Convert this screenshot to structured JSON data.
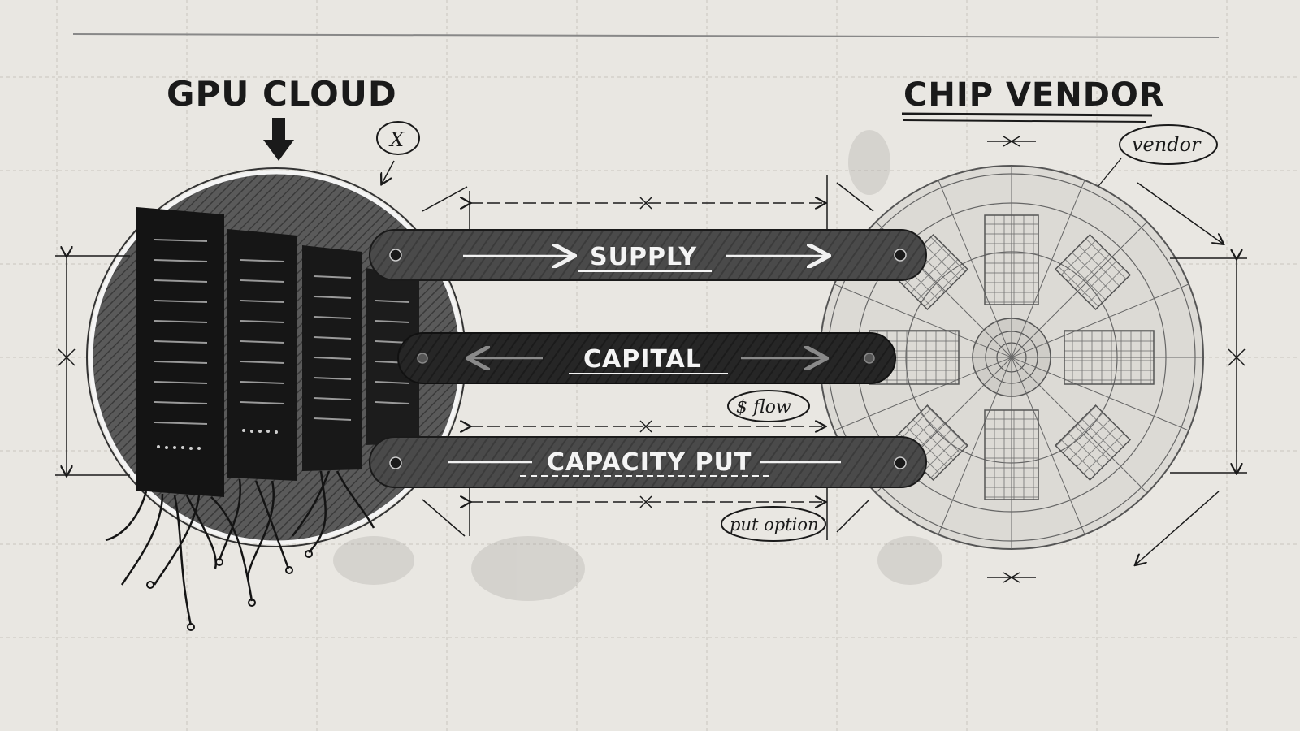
{
  "left_component": {
    "title": "GPU CLOUD",
    "marker": "X"
  },
  "right_component": {
    "title": "CHIP VENDOR",
    "tag": "vendor"
  },
  "links": {
    "supply": "SUPPLY",
    "capital": "CAPITAL",
    "capacity_put": "CAPACITY PUT"
  },
  "annotations": {
    "capital_note": "$ flow",
    "put_note": "put option"
  },
  "colors": {
    "paper": "#e9e7e2",
    "ink": "#1a1a1a",
    "bar_gray": "#4a4a4a",
    "bar_dark": "#222222"
  }
}
